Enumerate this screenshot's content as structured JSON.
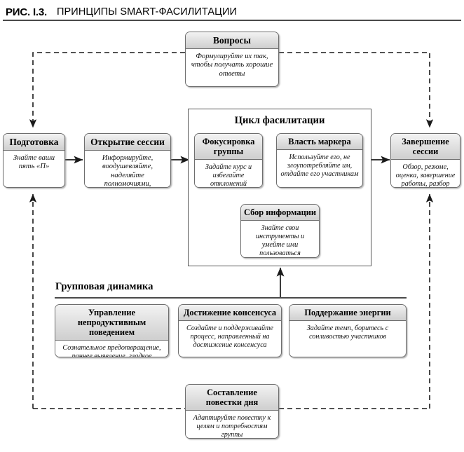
{
  "figure": {
    "number": "РИС. I.3.",
    "caption": "ПРИНЦИПЫ SMART-ФАСИЛИТАЦИИ"
  },
  "colors": {
    "rule": "#4a4a4a",
    "box_border": "#6e6e6e",
    "header_fill_top": "#f3f3f3",
    "header_fill_bottom": "#cfcfcf",
    "body_fill": "#ffffff",
    "connector": "#1a1a1a"
  },
  "sections": {
    "cycle_title": "Цикл фасилитации",
    "group_dynamics_title": "Групповая динамика"
  },
  "nodes": {
    "questions": {
      "title": "Вопросы",
      "text": "Формулируйте их так, чтобы получать хорошие ответы"
    },
    "preparation": {
      "title": "Подготовка",
      "text": "Знайте ваши пять «П»"
    },
    "opening": {
      "title": "Открытие сессии",
      "text": "Информируйте, воодушевляйте, наделяйте полномочиями, вовлекайте"
    },
    "focus": {
      "title": "Фокусировка группы",
      "text": "Задайте курс и избегайте отклонений"
    },
    "marker": {
      "title": "Власть маркера",
      "text": "Используйте его, не злоупотребляйте им, отдайте его участникам"
    },
    "gathering": {
      "title": "Сбор информации",
      "text": "Знайте свои инструменты и умейте ими пользоваться"
    },
    "closing": {
      "title": "Завершение сессии",
      "text": "Обзор, резюме, оценка, завершение работы, разбор"
    },
    "unproductive": {
      "title": "Управление непродуктивным поведением",
      "text": "Сознательное предотвращение, раннее выявление, гладкое разрешение"
    },
    "consensus": {
      "title": "Достижение консенсуса",
      "text": "Создайте и поддерживайте процесс, направленный на достижение консенсуса"
    },
    "energy": {
      "title": "Поддержание энергии",
      "text": "Задайте темп, боритесь с сонливостью участников"
    },
    "agenda": {
      "title": "Составление повестки дня",
      "text": "Адаптируйте повестку к целям и потребностям группы"
    }
  }
}
